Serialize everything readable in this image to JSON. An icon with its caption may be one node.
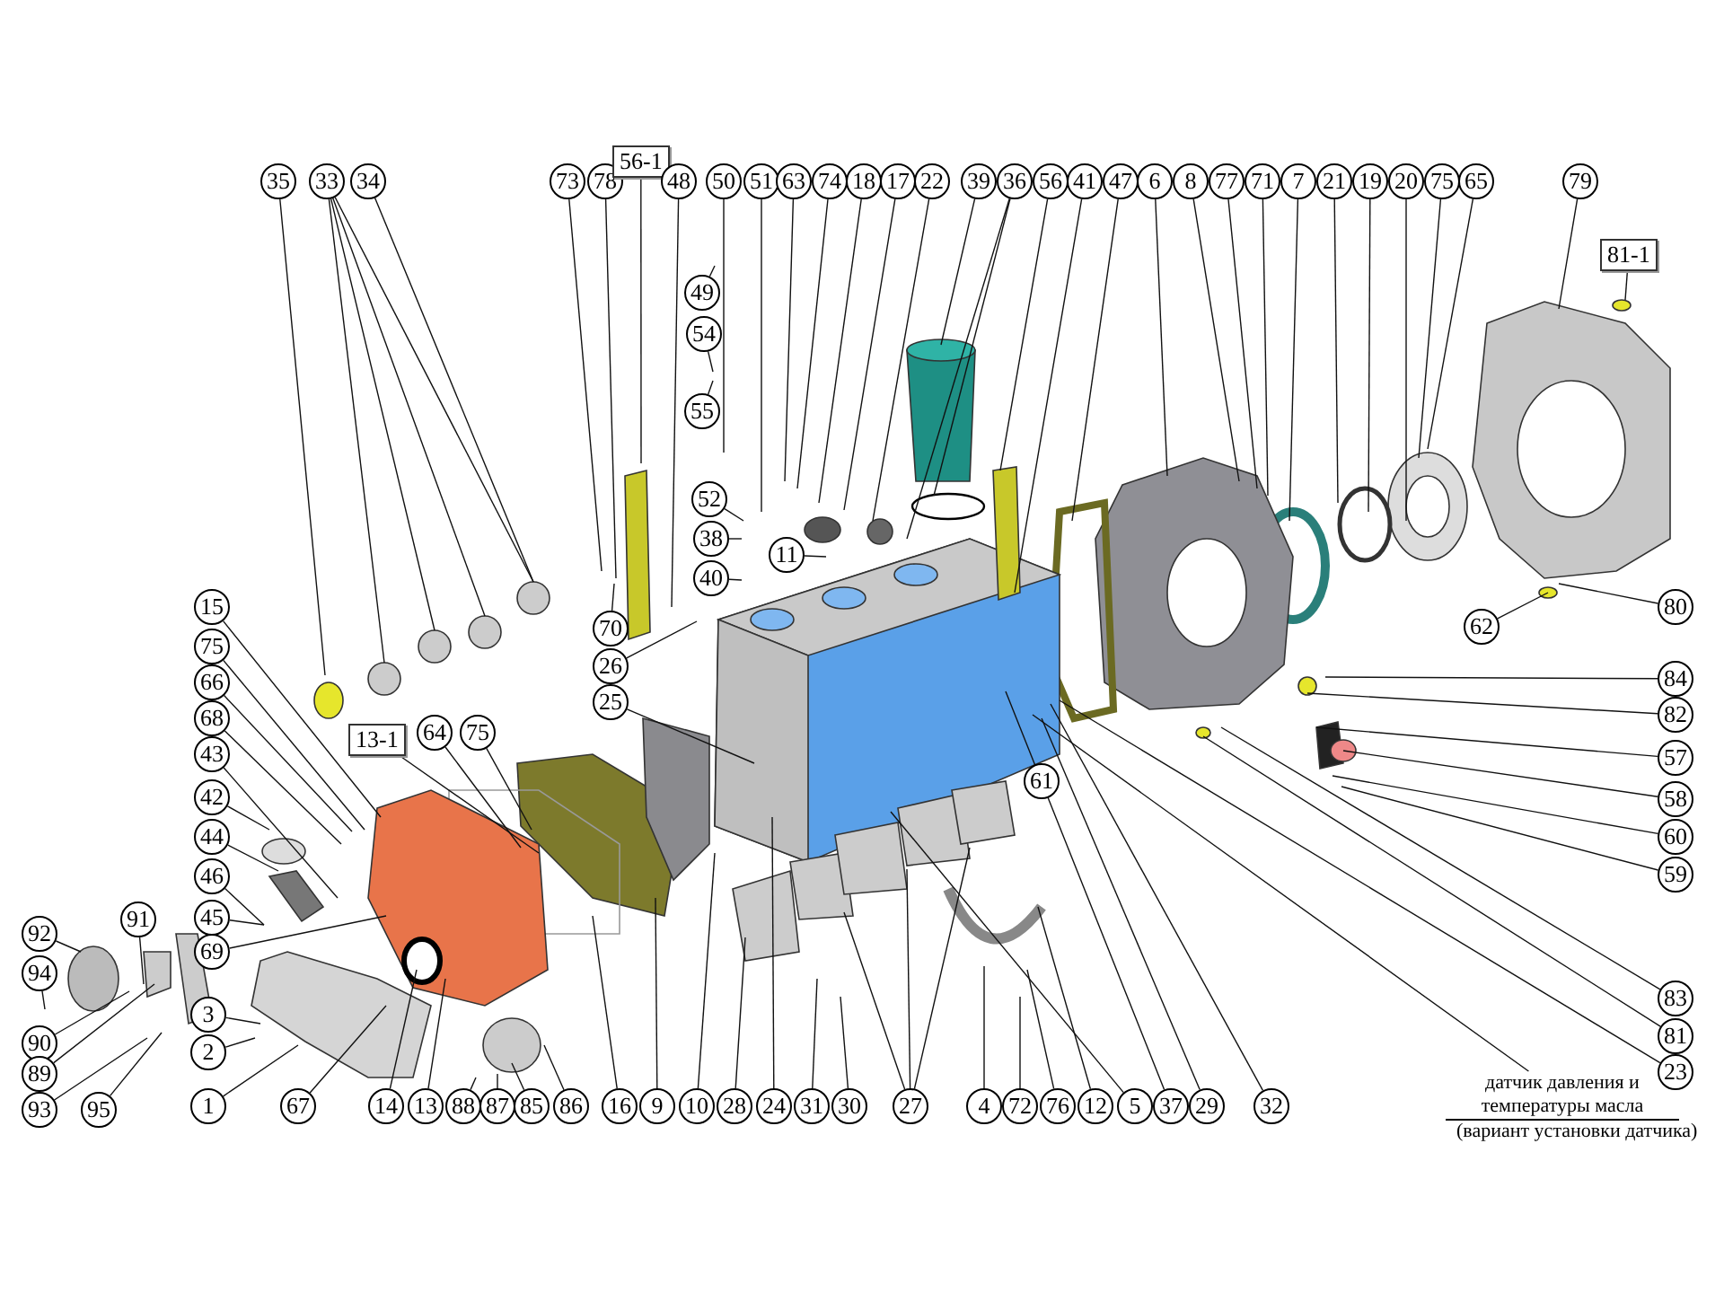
{
  "diagram": {
    "nodes": [
      {
        "text": [
          "35"
        ]
      },
      {
        "text": [
          "33"
        ]
      },
      {
        "text": [
          "34"
        ]
      },
      {
        "text": [
          "73"
        ]
      },
      {
        "text": [
          "78"
        ]
      },
      {
        "text": [
          "56-1"
        ]
      },
      {
        "text": [
          "48"
        ]
      },
      {
        "text": [
          "50"
        ]
      },
      {
        "text": [
          "51"
        ]
      },
      {
        "text": [
          "63"
        ]
      },
      {
        "text": [
          "74"
        ]
      },
      {
        "text": [
          "18"
        ]
      },
      {
        "text": [
          "17"
        ]
      },
      {
        "text": [
          "22"
        ]
      },
      {
        "text": [
          "39"
        ]
      },
      {
        "text": [
          "36"
        ]
      },
      {
        "text": [
          "56"
        ]
      },
      {
        "text": [
          "41"
        ]
      },
      {
        "text": [
          "47"
        ]
      },
      {
        "text": [
          "6"
        ]
      },
      {
        "text": [
          "8"
        ]
      },
      {
        "text": [
          "77"
        ]
      },
      {
        "text": [
          "71"
        ]
      },
      {
        "text": [
          "7"
        ]
      },
      {
        "text": [
          "21"
        ]
      },
      {
        "text": [
          "19"
        ]
      },
      {
        "text": [
          "20"
        ]
      },
      {
        "text": [
          "75"
        ]
      },
      {
        "text": [
          "65"
        ]
      },
      {
        "text": [
          "79"
        ]
      },
      {
        "text": [
          "81-1"
        ]
      },
      {
        "text": [
          "49"
        ]
      },
      {
        "text": [
          "54"
        ]
      },
      {
        "text": [
          "55"
        ]
      },
      {
        "text": [
          "52"
        ]
      },
      {
        "text": [
          "38"
        ]
      },
      {
        "text": [
          "40"
        ]
      },
      {
        "text": [
          "11"
        ]
      },
      {
        "text": [
          "70"
        ]
      },
      {
        "text": [
          "26"
        ]
      },
      {
        "text": [
          "25"
        ]
      },
      {
        "text": [
          "15"
        ]
      },
      {
        "text": [
          "75"
        ]
      },
      {
        "text": [
          "66"
        ]
      },
      {
        "text": [
          "68"
        ]
      },
      {
        "text": [
          "43"
        ]
      },
      {
        "text": [
          "42"
        ]
      },
      {
        "text": [
          "44"
        ]
      },
      {
        "text": [
          "46"
        ]
      },
      {
        "text": [
          "45"
        ]
      },
      {
        "text": [
          "69"
        ]
      },
      {
        "text": [
          "13-1"
        ]
      },
      {
        "text": [
          "64"
        ]
      },
      {
        "text": [
          "75"
        ]
      },
      {
        "text": [
          "92"
        ]
      },
      {
        "text": [
          "91"
        ]
      },
      {
        "text": [
          "94"
        ]
      },
      {
        "text": [
          "90"
        ]
      },
      {
        "text": [
          "89"
        ]
      },
      {
        "text": [
          "93"
        ]
      },
      {
        "text": [
          "95"
        ]
      },
      {
        "text": [
          "3"
        ]
      },
      {
        "text": [
          "2"
        ]
      },
      {
        "text": [
          "1"
        ]
      },
      {
        "text": [
          "67"
        ]
      },
      {
        "text": [
          "14"
        ]
      },
      {
        "text": [
          "13"
        ]
      },
      {
        "text": [
          "88"
        ]
      },
      {
        "text": [
          "87"
        ]
      },
      {
        "text": [
          "85"
        ]
      },
      {
        "text": [
          "86"
        ]
      },
      {
        "text": [
          "16"
        ]
      },
      {
        "text": [
          "9"
        ]
      },
      {
        "text": [
          "10"
        ]
      },
      {
        "text": [
          "28"
        ]
      },
      {
        "text": [
          "24"
        ]
      },
      {
        "text": [
          "31"
        ]
      },
      {
        "text": [
          "30"
        ]
      },
      {
        "text": [
          "27"
        ]
      },
      {
        "text": [
          "4"
        ]
      },
      {
        "text": [
          "72"
        ]
      },
      {
        "text": [
          "76"
        ]
      },
      {
        "text": [
          "12"
        ]
      },
      {
        "text": [
          "5"
        ]
      },
      {
        "text": [
          "37"
        ]
      },
      {
        "text": [
          "29"
        ]
      },
      {
        "text": [
          "32"
        ]
      },
      {
        "text": [
          "61"
        ]
      },
      {
        "text": [
          "62"
        ]
      },
      {
        "text": [
          "80"
        ]
      },
      {
        "text": [
          "84"
        ]
      },
      {
        "text": [
          "82"
        ]
      },
      {
        "text": [
          "57"
        ]
      },
      {
        "text": [
          "58"
        ]
      },
      {
        "text": [
          "60"
        ]
      },
      {
        "text": [
          "59"
        ]
      },
      {
        "text": [
          "83"
        ]
      },
      {
        "text": [
          "81"
        ]
      },
      {
        "text": [
          "23"
        ]
      },
      {
        "text": [
          "датчик давления и температуры масла"
        ]
      }
    ],
    "edges": [
      {
        "from": 0,
        "to": null,
        "arrow": "none"
      },
      {
        "from": 1,
        "to": null,
        "arrow": "none"
      },
      {
        "from": 1,
        "to": null,
        "arrow": "none"
      },
      {
        "from": 1,
        "to": null,
        "arrow": "none"
      },
      {
        "from": 1,
        "to": null,
        "arrow": "none"
      },
      {
        "from": 2,
        "to": null,
        "arrow": "none"
      },
      {
        "from": 3,
        "to": null,
        "arrow": "none"
      },
      {
        "from": 4,
        "to": null,
        "arrow": "none"
      },
      {
        "from": 5,
        "to": null,
        "arrow": "none"
      },
      {
        "from": 6,
        "to": null,
        "arrow": "none"
      },
      {
        "from": 7,
        "to": null,
        "arrow": "none"
      },
      {
        "from": 8,
        "to": null,
        "arrow": "none"
      },
      {
        "from": 9,
        "to": null,
        "arrow": "none"
      },
      {
        "from": 10,
        "to": null,
        "arrow": "none"
      },
      {
        "from": 11,
        "to": null,
        "arrow": "none"
      },
      {
        "from": 12,
        "to": null,
        "arrow": "none"
      },
      {
        "from": 13,
        "to": null,
        "arrow": "none"
      },
      {
        "from": 14,
        "to": null,
        "arrow": "none"
      },
      {
        "from": 15,
        "to": null,
        "arrow": "none"
      },
      {
        "from": 15,
        "to": null,
        "arrow": "none"
      },
      {
        "from": 16,
        "to": null,
        "arrow": "none"
      },
      {
        "from": 17,
        "to": null,
        "arrow": "none"
      },
      {
        "from": 18,
        "to": null,
        "arrow": "none"
      },
      {
        "from": 19,
        "to": null,
        "arrow": "none"
      },
      {
        "from": 20,
        "to": null,
        "arrow": "none"
      },
      {
        "from": 21,
        "to": null,
        "arrow": "none"
      },
      {
        "from": 22,
        "to": null,
        "arrow": "none"
      },
      {
        "from": 23,
        "to": null,
        "arrow": "none"
      },
      {
        "from": 24,
        "to": null,
        "arrow": "none"
      },
      {
        "from": 25,
        "to": null,
        "arrow": "none"
      },
      {
        "from": 26,
        "to": null,
        "arrow": "none"
      },
      {
        "from": 27,
        "to": null,
        "arrow": "none"
      },
      {
        "from": 28,
        "to": null,
        "arrow": "none"
      },
      {
        "from": 29,
        "to": null,
        "arrow": "none"
      },
      {
        "from": 30,
        "to": null,
        "arrow": "none"
      },
      {
        "from": 31,
        "to": null,
        "arrow": "none"
      },
      {
        "from": 32,
        "to": null,
        "arrow": "none"
      },
      {
        "from": 33,
        "to": null,
        "arrow": "none"
      },
      {
        "from": 34,
        "to": null,
        "arrow": "none"
      },
      {
        "from": 35,
        "to": null,
        "arrow": "none"
      },
      {
        "from": 36,
        "to": null,
        "arrow": "none"
      },
      {
        "from": 37,
        "to": null,
        "arrow": "none"
      },
      {
        "from": 38,
        "to": null,
        "arrow": "none"
      },
      {
        "from": 39,
        "to": null,
        "arrow": "none"
      },
      {
        "from": 40,
        "to": null,
        "arrow": "none"
      },
      {
        "from": 41,
        "to": null,
        "arrow": "none"
      },
      {
        "from": 42,
        "to": null,
        "arrow": "none"
      },
      {
        "from": 43,
        "to": null,
        "arrow": "none"
      },
      {
        "from": 44,
        "to": null,
        "arrow": "none"
      },
      {
        "from": 45,
        "to": null,
        "arrow": "none"
      },
      {
        "from": 46,
        "to": null,
        "arrow": "none"
      },
      {
        "from": 47,
        "to": null,
        "arrow": "none"
      },
      {
        "from": 48,
        "to": null,
        "arrow": "none"
      },
      {
        "from": 49,
        "to": null,
        "arrow": "none"
      },
      {
        "from": 50,
        "to": null,
        "arrow": "none"
      },
      {
        "from": 51,
        "to": null,
        "arrow": "none"
      },
      {
        "from": 52,
        "to": null,
        "arrow": "none"
      },
      {
        "from": 53,
        "to": null,
        "arrow": "none"
      },
      {
        "from": 54,
        "to": null,
        "arrow": "none"
      },
      {
        "from": 55,
        "to": null,
        "arrow": "none"
      },
      {
        "from": 56,
        "to": null,
        "arrow": "none"
      },
      {
        "from": 57,
        "to": null,
        "arrow": "none"
      },
      {
        "from": 58,
        "to": null,
        "arrow": "none"
      },
      {
        "from": 59,
        "to": null,
        "arrow": "none"
      },
      {
        "from": 60,
        "to": null,
        "arrow": "none"
      },
      {
        "from": 61,
        "to": null,
        "arrow": "none"
      },
      {
        "from": 62,
        "to": null,
        "arrow": "none"
      },
      {
        "from": 63,
        "to": null,
        "arrow": "none"
      },
      {
        "from": 64,
        "to": null,
        "arrow": "none"
      },
      {
        "from": 65,
        "to": null,
        "arrow": "none"
      },
      {
        "from": 66,
        "to": null,
        "arrow": "none"
      },
      {
        "from": 67,
        "to": null,
        "arrow": "none"
      },
      {
        "from": 68,
        "to": null,
        "arrow": "none"
      },
      {
        "from": 69,
        "to": null,
        "arrow": "none"
      },
      {
        "from": 70,
        "to": null,
        "arrow": "none"
      },
      {
        "from": 71,
        "to": null,
        "arrow": "none"
      },
      {
        "from": 72,
        "to": null,
        "arrow": "none"
      },
      {
        "from": 73,
        "to": null,
        "arrow": "none"
      },
      {
        "from": 74,
        "to": null,
        "arrow": "none"
      },
      {
        "from": 75,
        "to": null,
        "arrow": "none"
      },
      {
        "from": 76,
        "to": null,
        "arrow": "none"
      },
      {
        "from": 77,
        "to": null,
        "arrow": "none"
      },
      {
        "from": 78,
        "to": null,
        "arrow": "none"
      },
      {
        "from": 78,
        "to": null,
        "arrow": "none"
      },
      {
        "from": 78,
        "to": null,
        "arrow": "none"
      },
      {
        "from": 79,
        "to": null,
        "arrow": "none"
      },
      {
        "from": 80,
        "to": null,
        "arrow": "none"
      },
      {
        "from": 81,
        "to": null,
        "arrow": "none"
      },
      {
        "from": 82,
        "to": null,
        "arrow": "none"
      },
      {
        "from": 83,
        "to": null,
        "arrow": "none"
      },
      {
        "from": 84,
        "to": null,
        "arrow": "none"
      },
      {
        "from": 85,
        "to": null,
        "arrow": "none"
      },
      {
        "from": 86,
        "to": null,
        "arrow": "none"
      },
      {
        "from": 88,
        "to": null,
        "arrow": "none"
      },
      {
        "from": 89,
        "to": null,
        "arrow": "none"
      },
      {
        "from": 90,
        "to": null,
        "arrow": "none"
      },
      {
        "from": 91,
        "to": null,
        "arrow": "none"
      },
      {
        "from": 92,
        "to": null,
        "arrow": "none"
      },
      {
        "from": 93,
        "to": null,
        "arrow": "none"
      },
      {
        "from": 94,
        "to": null,
        "arrow": "none"
      },
      {
        "from": 95,
        "to": null,
        "arrow": "none"
      },
      {
        "from": 96,
        "to": null,
        "arrow": "none"
      },
      {
        "from": 97,
        "to": null,
        "arrow": "none"
      },
      {
        "from": 98,
        "to": null,
        "arrow": "none"
      },
      {
        "from": 99,
        "to": null,
        "arrow": "none"
      }
    ],
    "labels": [
      "(вариант установки датчика)"
    ]
  }
}
